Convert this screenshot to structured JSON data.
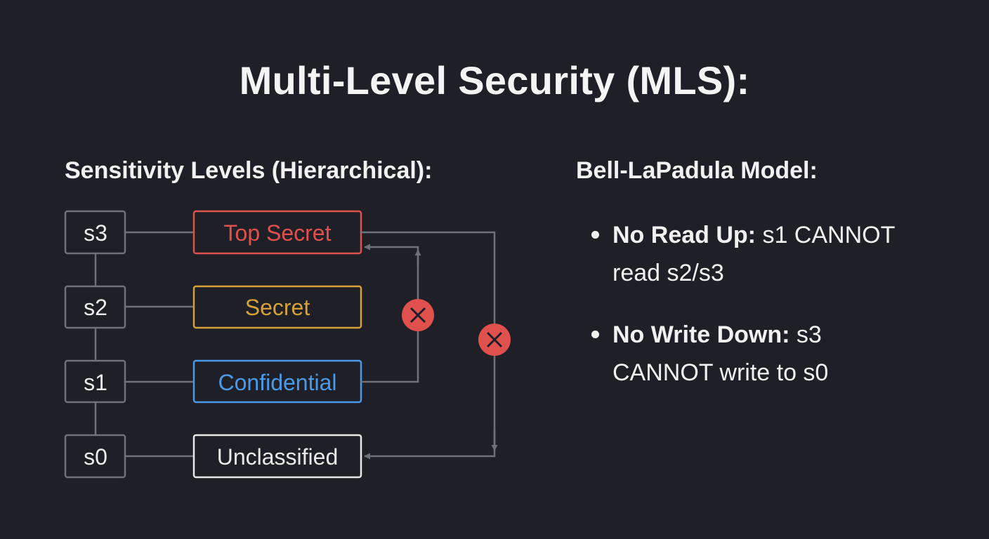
{
  "title": "Multi-Level Security (MLS):",
  "left_section": {
    "heading": "Sensitivity Levels (Hierarchical):",
    "levels": [
      {
        "code": "s3",
        "label": "Top Secret",
        "color": "#e0504c"
      },
      {
        "code": "s2",
        "label": "Secret",
        "color": "#d4a236"
      },
      {
        "code": "s1",
        "label": "Confidential",
        "color": "#4a9ae8"
      },
      {
        "code": "s0",
        "label": "Unclassified",
        "color": "#e9e9e9"
      }
    ],
    "blocked_icon": "x-circle-icon",
    "blocked_color": "#e0504c",
    "line_color": "#6e717a"
  },
  "right_section": {
    "heading": "Bell-LaPadula Model:",
    "rules": [
      {
        "name": "No Read Up:",
        "text": " s1 CANNOT read s2/s3"
      },
      {
        "name": "No Write Down:",
        "text": " s3 CANNOT write to s0"
      }
    ]
  }
}
